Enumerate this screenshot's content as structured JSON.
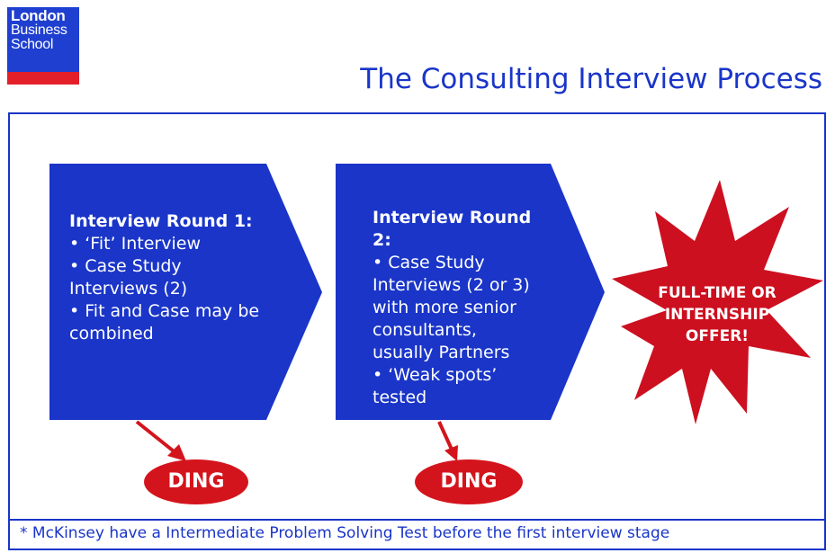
{
  "logo": {
    "lines": [
      "London",
      "Business",
      "School"
    ]
  },
  "title": "The Consulting Interview Process",
  "stages": [
    {
      "heading": "Interview Round 1:",
      "bullets": [
        "• ‘Fit’ Interview",
        "• Case Study Interviews (2)",
        "• Fit and Case may be combined"
      ],
      "outcome": "DING"
    },
    {
      "heading": "Interview Round 2:",
      "bullets": [
        "• Case Study Interviews (2 or 3) with more senior consultants, usually Partners",
        "• ‘Weak spots’ tested"
      ],
      "outcome": "DING"
    }
  ],
  "offer": {
    "lines": [
      "FULL-TIME OR",
      "INTERNSHIP",
      "OFFER!"
    ]
  },
  "footnote": "* McKinsey have a Intermediate Problem Solving Test before the first interview stage",
  "colors": {
    "blue": "#1a35c8",
    "red": "#e3202a",
    "burst_red": "#cc1020",
    "ding_red": "#d4141c"
  }
}
